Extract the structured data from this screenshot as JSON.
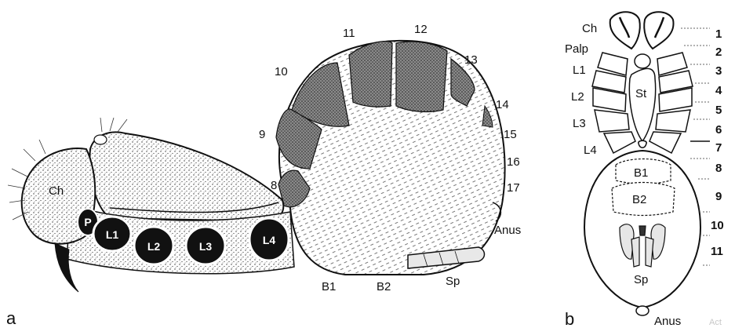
{
  "figure": {
    "panel_a": {
      "label": "a",
      "ventral_numbers": [
        "8",
        "9",
        "10",
        "11",
        "12",
        "13",
        "14",
        "15",
        "16",
        "17"
      ],
      "parts": {
        "chelicera": "Ch",
        "palp": "P",
        "legs": [
          "L1",
          "L2",
          "L3",
          "L4"
        ],
        "anus": "Anus",
        "booklung_1": "B1",
        "booklung_2": "B2",
        "spinnerets": "Sp"
      }
    },
    "panel_b": {
      "label": "b",
      "parts": {
        "chelicera": "Ch",
        "palp": "Palp",
        "legs": [
          "L1",
          "L2",
          "L3",
          "L4"
        ],
        "sternum": "St",
        "booklung_1": "B1",
        "booklung_2": "B2",
        "spinnerets": "Sp",
        "anus": "Anus"
      },
      "segments": [
        "1",
        "2",
        "3",
        "4",
        "5",
        "6",
        "7",
        "8",
        "9",
        "10",
        "11"
      ]
    },
    "watermark": "Act"
  }
}
